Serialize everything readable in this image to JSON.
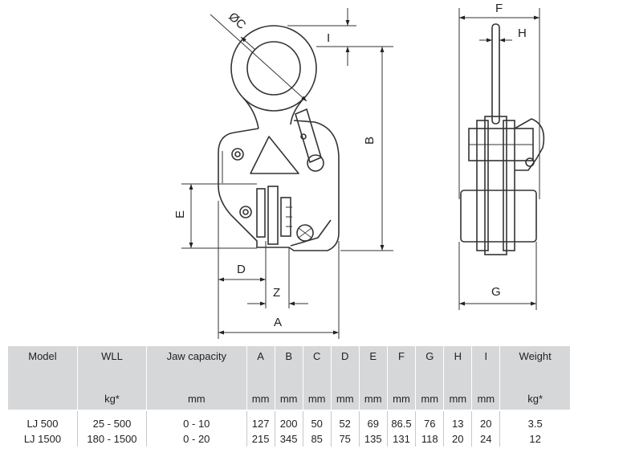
{
  "drawing": {
    "labels": {
      "C": "ØC",
      "I": "I",
      "B": "B",
      "E": "E",
      "D": "D",
      "Z": "Z",
      "A": "A",
      "F": "F",
      "H": "H",
      "G": "G"
    }
  },
  "table": {
    "headers": [
      {
        "name": "Model",
        "unit": ""
      },
      {
        "name": "WLL",
        "unit": "kg*"
      },
      {
        "name": "Jaw capacity",
        "unit": "mm"
      },
      {
        "name": "A",
        "unit": "mm"
      },
      {
        "name": "B",
        "unit": "mm"
      },
      {
        "name": "C",
        "unit": "mm"
      },
      {
        "name": "D",
        "unit": "mm"
      },
      {
        "name": "E",
        "unit": "mm"
      },
      {
        "name": "F",
        "unit": "mm"
      },
      {
        "name": "G",
        "unit": "mm"
      },
      {
        "name": "H",
        "unit": "mm"
      },
      {
        "name": "I",
        "unit": "mm"
      },
      {
        "name": "Weight",
        "unit": "kg*"
      }
    ],
    "rows": [
      [
        "LJ 500",
        "25 - 500",
        "0 - 10",
        "127",
        "200",
        "50",
        "52",
        "69",
        "86.5",
        "76",
        "13",
        "20",
        "3.5"
      ],
      [
        "LJ 1500",
        "180 - 1500",
        "0 - 20",
        "215",
        "345",
        "85",
        "75",
        "135",
        "131",
        "118",
        "20",
        "24",
        "12"
      ]
    ]
  }
}
